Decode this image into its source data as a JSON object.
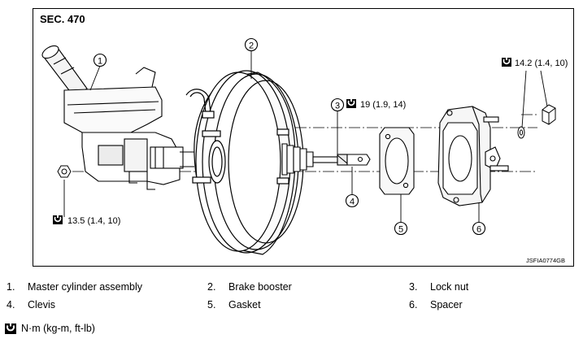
{
  "diagram": {
    "section_label": "SEC. 470",
    "figure_id": "JSFIA0774GB",
    "callouts": [
      "1",
      "2",
      "3",
      "4",
      "5",
      "6"
    ],
    "torques": {
      "upper_right": "14.2 (1.4, 10)",
      "lock_nut": "19 (1.9, 14)",
      "lower_left": "13.5 (1.4, 10)"
    }
  },
  "legend": [
    {
      "num": "1.",
      "label": "Master cylinder assembly"
    },
    {
      "num": "2.",
      "label": "Brake booster"
    },
    {
      "num": "3.",
      "label": "Lock nut"
    },
    {
      "num": "4.",
      "label": "Clevis"
    },
    {
      "num": "5.",
      "label": "Gasket"
    },
    {
      "num": "6.",
      "label": "Spacer"
    }
  ],
  "unit_note": "N·m (kg-m, ft-lb)",
  "icons": {
    "torque": "torque-wrench-icon"
  }
}
